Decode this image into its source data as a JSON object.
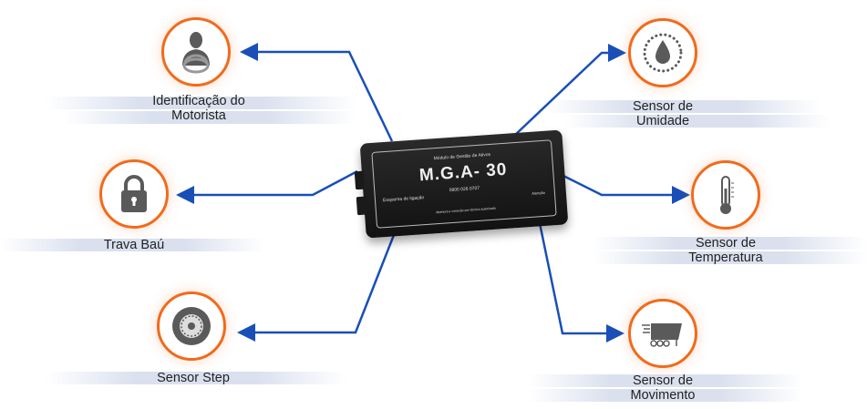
{
  "colors": {
    "accent": "#f26a1b",
    "line": "#1a4fb8",
    "icon": "#5a5a5a"
  },
  "device": {
    "subtitle": "Módulo de Gestão de Ativos",
    "title": "M.G.A- 30",
    "phone": "0800 026 0707",
    "scheme": "Esquema de ligação",
    "attention": "Atenção",
    "footer": "Abertura e conexão por técnico autorizado"
  },
  "nodes": [
    {
      "id": "driver",
      "icon": "driver-icon",
      "label1": "Identificação do",
      "label2": "Motorista"
    },
    {
      "id": "lock",
      "icon": "lock-icon",
      "label1": "Trava Baú",
      "label2": ""
    },
    {
      "id": "step",
      "icon": "tire-icon",
      "label1": "Sensor Step",
      "label2": ""
    },
    {
      "id": "humidity",
      "icon": "water-drop-icon",
      "label1": "Sensor de",
      "label2": "Umidade"
    },
    {
      "id": "temperature",
      "icon": "thermometer-icon",
      "label1": "Sensor de",
      "label2": "Temperatura"
    },
    {
      "id": "movement",
      "icon": "truck-icon",
      "label1": "Sensor de",
      "label2": "Movimento"
    }
  ]
}
